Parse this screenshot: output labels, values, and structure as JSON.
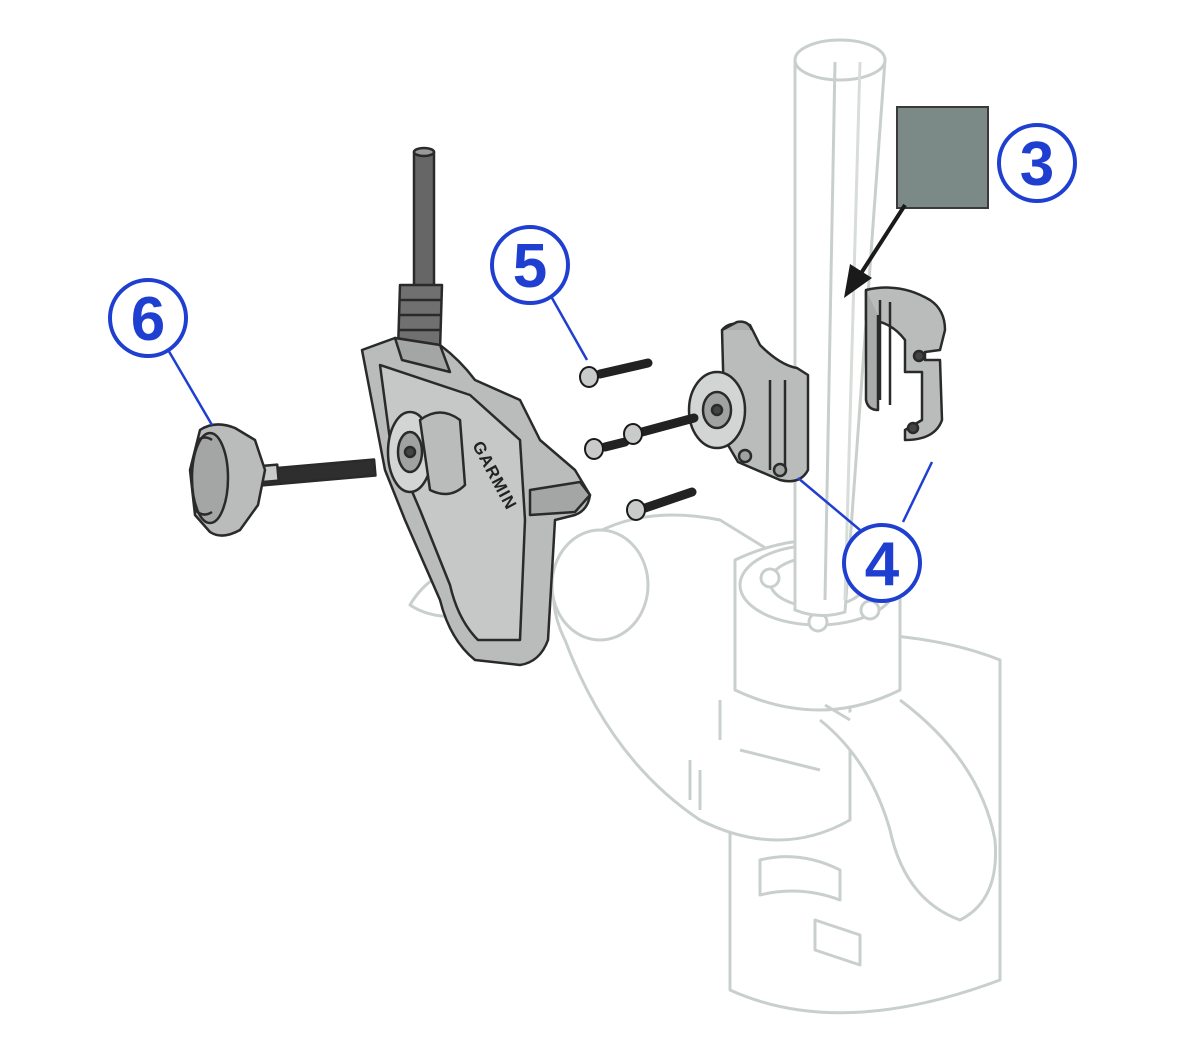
{
  "diagram": {
    "callouts": [
      {
        "id": "3",
        "label": "3"
      },
      {
        "id": "4",
        "label": "4"
      },
      {
        "id": "5",
        "label": "5"
      },
      {
        "id": "6",
        "label": "6"
      }
    ],
    "brand_text": "GARMIN",
    "colors": {
      "callout_blue": "#1f3fd1",
      "part_fill": "#b9bcbb",
      "part_stroke": "#2a2a2a",
      "background_stroke": "#c9d0cc",
      "tape_fill": "#7b8a86",
      "cable": "#666666"
    }
  }
}
